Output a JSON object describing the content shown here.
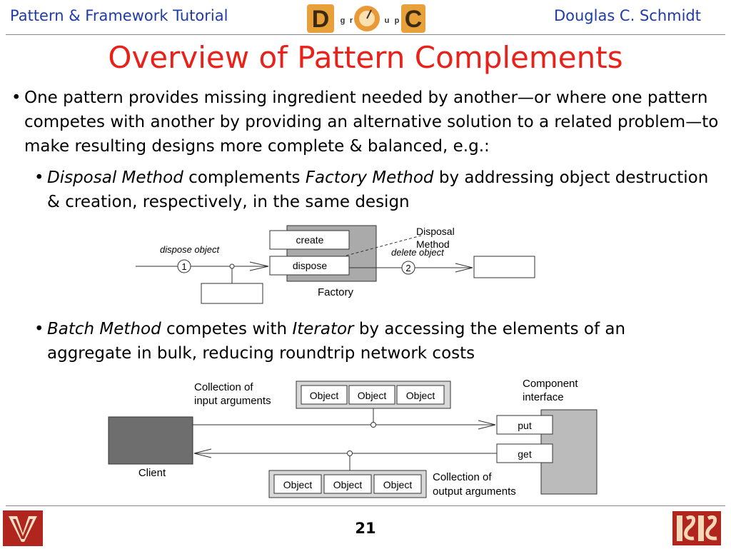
{
  "header": {
    "left": "Pattern & Framework Tutorial",
    "right": "Douglas C. Schmidt",
    "logo_letters": [
      "D",
      "g",
      "r",
      "O",
      "u",
      "p",
      "C"
    ]
  },
  "title": "Overview of Pattern Complements",
  "bullets": {
    "main": "One pattern provides missing ingredient needed by another—or where one pattern competes with another by providing an alternative solution to a related problem—to make resulting designs more complete & balanced, e.g.:",
    "disposal": {
      "em1": "Disposal Method",
      "mid": " complements ",
      "em2": "Factory Method",
      "rest": " by addressing object destruction & creation, respectively, in the same design"
    },
    "batch": {
      "em1": "Batch Method",
      "mid": " competes with ",
      "em2": "Iterator",
      "rest": " by accessing the elements of an aggregate in bulk, reducing roundtrip network costs"
    }
  },
  "diagram1": {
    "dispose_object": "dispose object",
    "step1": "1",
    "create": "create",
    "dispose": "dispose",
    "factory": "Factory",
    "disposal_method_l1": "Disposal",
    "disposal_method_l2": "Method",
    "delete_object": "delete object",
    "step2": "2"
  },
  "diagram2": {
    "input_l1": "Collection of",
    "input_l2": "input arguments",
    "object": "Object",
    "component_l1": "Component",
    "component_l2": "interface",
    "put": "put",
    "get": "get",
    "client": "Client",
    "output_l1": "Collection of",
    "output_l2": "output arguments"
  },
  "footer": {
    "page": "21"
  },
  "colors": {
    "header_text": "#1f3ba8",
    "title": "#e8211a",
    "vu_red": "#b0261f",
    "isis_red": "#b0261f"
  }
}
